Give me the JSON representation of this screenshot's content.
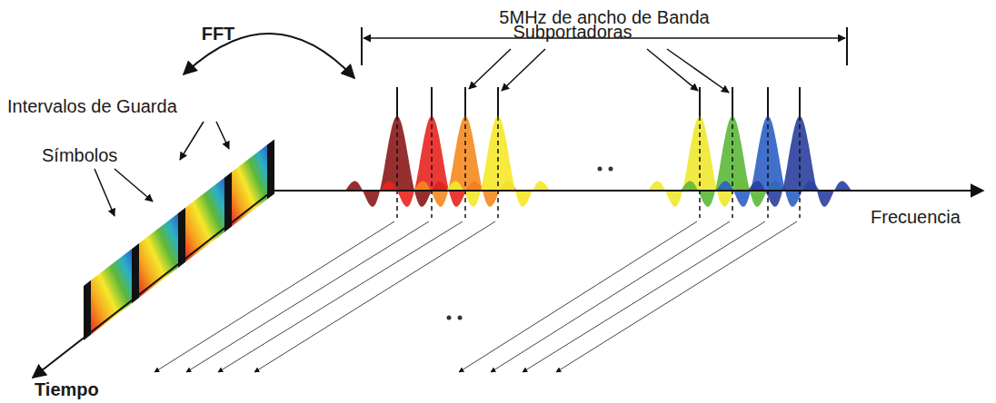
{
  "diagram": {
    "labels": [
      "5MHz de ancho de Banda",
      "Subportadoras",
      "FFT",
      "Intervalos de Guarda",
      "Símbolos",
      "Frecuencia",
      "Tiempo"
    ]
  }
}
